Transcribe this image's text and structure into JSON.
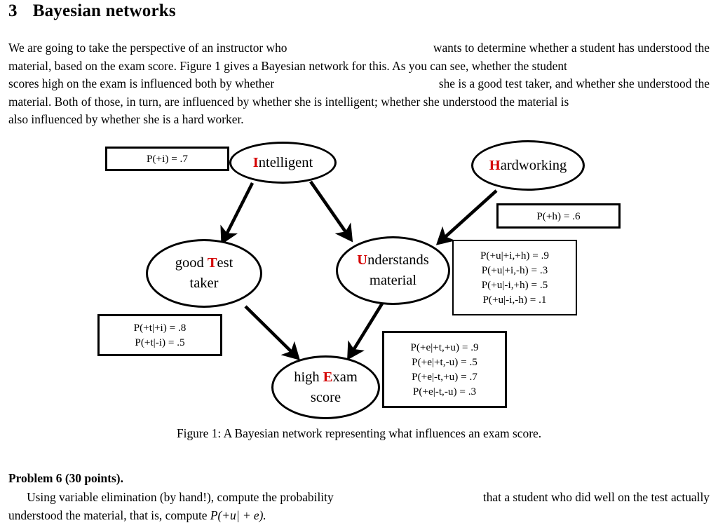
{
  "document": {
    "section_number": "3",
    "section_title": "Bayesian networks",
    "intro_lines": [
      [
        "We are going to take the perspective of an instructor who",
        "wants to determine whether a student has understood the"
      ],
      [
        "material, based on the exam score.  Figure 1 gives a Bayesian network for this.  As you can see, whether the student"
      ],
      [
        "scores high on the exam is influenced both by whether",
        "she is a good test taker, and whether she understood the"
      ],
      [
        "material.  Both of those, in turn, are influenced by whether she is intelligent; whether she understood the material is"
      ],
      [
        "also influenced by whether she is a hard worker."
      ]
    ],
    "figure_caption": "Figure 1: A Bayesian network representing what influences an exam score.",
    "problem": {
      "heading": "Problem 6 (30 points).",
      "lines": [
        [
          "      Using variable elimination (by hand!), compute the probability",
          "that a student who did well on the test actually"
        ],
        [
          "understood the material, that is, compute "
        ]
      ],
      "math_inline": "P(+u| + e)."
    }
  },
  "figure": {
    "accent_color": "#d40000",
    "nodes": [
      {
        "id": "intelligent",
        "cap": "I",
        "rest": "ntelligent",
        "line2": ""
      },
      {
        "id": "hardworking",
        "cap": "H",
        "rest": "ardworking",
        "line2": ""
      },
      {
        "id": "test_taker",
        "pre": "good ",
        "cap": "T",
        "rest": "est",
        "line2": "taker"
      },
      {
        "id": "understands",
        "cap": "U",
        "rest": "nderstands",
        "line2": "material"
      },
      {
        "id": "exam",
        "pre": "high ",
        "cap": "E",
        "rest": "xam",
        "line2": "score"
      }
    ],
    "cpts": {
      "intelligent": [
        "P(+i) = .7"
      ],
      "hardworking": [
        "P(+h) = .6"
      ],
      "test_taker": [
        "P(+t|+i) = .8",
        "P(+t|-i) = .5"
      ],
      "understands": [
        "P(+u|+i,+h) = .9",
        "P(+u|+i,-h) = .3",
        "P(+u|-i,+h) = .5",
        "P(+u|-i,-h) = .1"
      ],
      "exam": [
        "P(+e|+t,+u) = .9",
        "P(+e|+t,-u) = .5",
        "P(+e|-t,+u) = .7",
        "P(+e|-t,-u) = .3"
      ]
    },
    "edges": [
      {
        "from": "intelligent",
        "to": "test_taker"
      },
      {
        "from": "intelligent",
        "to": "understands"
      },
      {
        "from": "hardworking",
        "to": "understands"
      },
      {
        "from": "test_taker",
        "to": "exam"
      },
      {
        "from": "understands",
        "to": "exam"
      }
    ]
  }
}
